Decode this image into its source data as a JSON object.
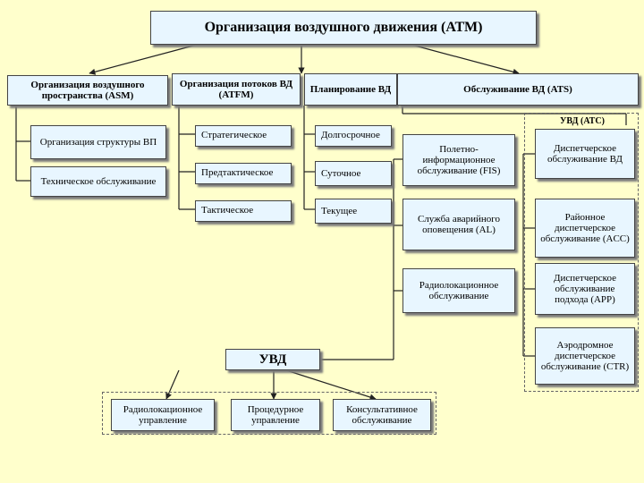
{
  "title": "Организация воздушного движения  (АТМ)",
  "branches": {
    "asm": "Организация воздушного пространства (ASM)",
    "atfm": "Организация потоков ВД (ATFM)",
    "planning": "Планирование  ВД",
    "ats": "Обслуживание ВД (ATS)"
  },
  "asm_items": [
    "Организация  структуры ВП",
    "Техническое обслуживание"
  ],
  "atfm_items": [
    "Стратегическое",
    "Предтактическое",
    "Тактическое"
  ],
  "planning_items": [
    "Долгосрочное",
    "Суточное",
    "Текущее"
  ],
  "ats_items": [
    "Полетно-информационное обслуживание (FIS)",
    "Служба аварийного оповещения (AL)",
    "Радиолокационное обслуживание"
  ],
  "atc_group": {
    "label": "УВД (АТС)",
    "items": [
      "Диспетчерское обслуживание ВД",
      "Районное диспетчерское обслуживание (ACC)",
      "Диспетчерское обслуживание подхода (APP)",
      "Аэродромное диспетчерское обслуживание (CTR)"
    ]
  },
  "uvd": {
    "title": "УВД",
    "items": [
      "Радиолокационное управление",
      "Процедурное управление",
      "Консультативное обслуживание"
    ]
  }
}
